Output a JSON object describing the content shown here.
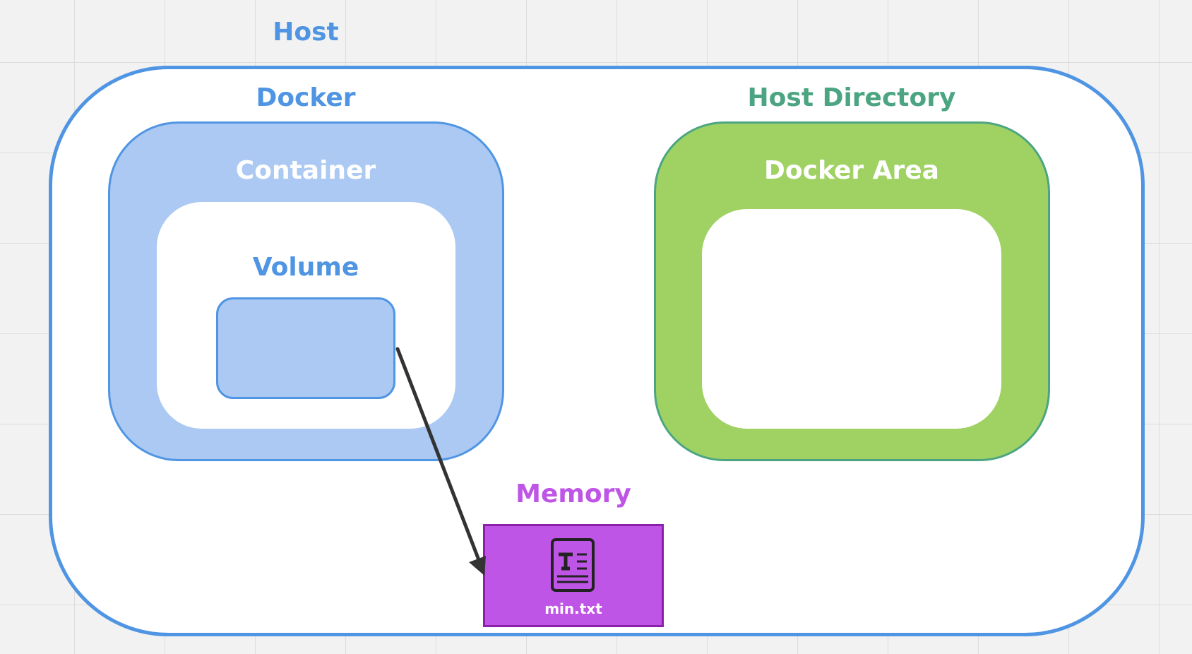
{
  "labels": {
    "host": "Host",
    "docker": "Docker",
    "container": "Container",
    "volume": "Volume",
    "host_directory": "Host Directory",
    "docker_area": "Docker Area",
    "memory": "Memory",
    "file_name": "min.txt"
  },
  "colors": {
    "host_border": "#4f95e3",
    "docker_label": "#4f95e3",
    "container_fill": "#abc9f2",
    "docker_area_fill": "#9fd262",
    "host_directory_label": "#4ca582",
    "memory_label": "#bf55e6",
    "memory_fill": "#bf55e6",
    "arrow": "#333333"
  },
  "icons": {
    "file": "text-file-icon",
    "arrow": "arrow-line"
  }
}
